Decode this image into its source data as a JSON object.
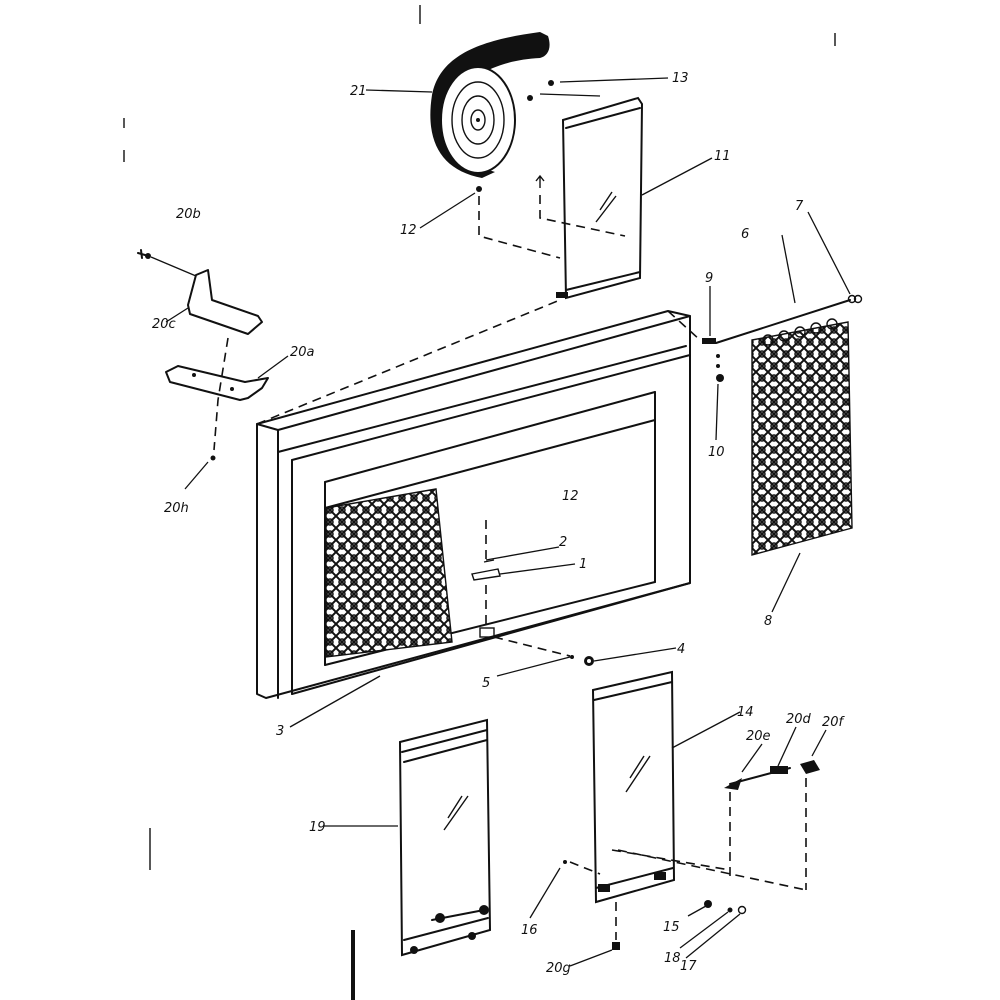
{
  "labels": {
    "p1": "1",
    "p2": "2",
    "p3": "3",
    "p4": "4",
    "p5": "5",
    "p6": "6",
    "p7": "7",
    "p8": "8",
    "p9": "9",
    "p10": "10",
    "p11": "11",
    "p12a": "12",
    "p12b": "12",
    "p13": "13",
    "p14": "14",
    "p15": "15",
    "p16": "16",
    "p17": "17",
    "p18": "18",
    "p19": "19",
    "p20a": "20a",
    "p20b": "20b",
    "p20c": "20c",
    "p20d": "20d",
    "p20e": "20e",
    "p20f": "20f",
    "p20g": "20g",
    "p20h": "20h",
    "p21": "21"
  }
}
